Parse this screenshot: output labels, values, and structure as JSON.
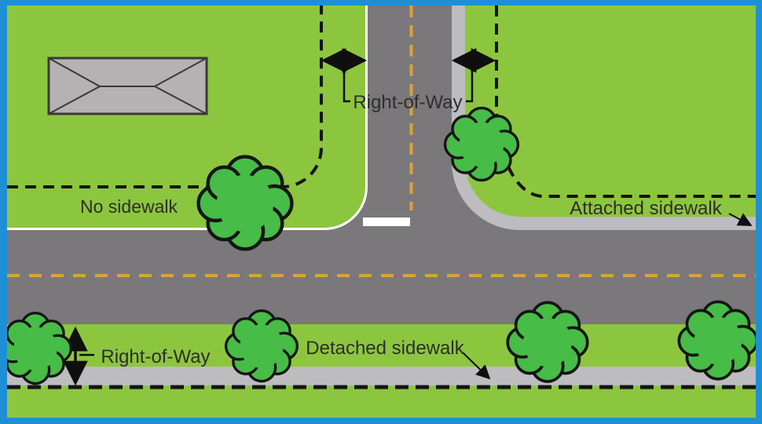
{
  "diagram": {
    "labels": {
      "row_top": "Right-of-Way",
      "row_bottom": "Right-of-Way",
      "no_sidewalk": "No sidewalk",
      "attached_sidewalk": "Attached sidewalk",
      "detached_sidewalk": "Detached sidewalk"
    }
  },
  "colors": {
    "frame": "#1e8fd5",
    "grass": "#8cc63f",
    "road": "#7a787b",
    "sidewalk": "#bdbcbe",
    "curb": "#ffffff",
    "centerline_yellow": "#d8a33c",
    "stop_bar": "#ffffff",
    "row_line": "#141414",
    "bush_fill": "#47bc47",
    "bush_outline": "#151515",
    "building_fill": "#b5b2b4",
    "building_outline": "#3a383b",
    "label_text": "#2d2d2d",
    "arrow": "#0f0f0f"
  }
}
